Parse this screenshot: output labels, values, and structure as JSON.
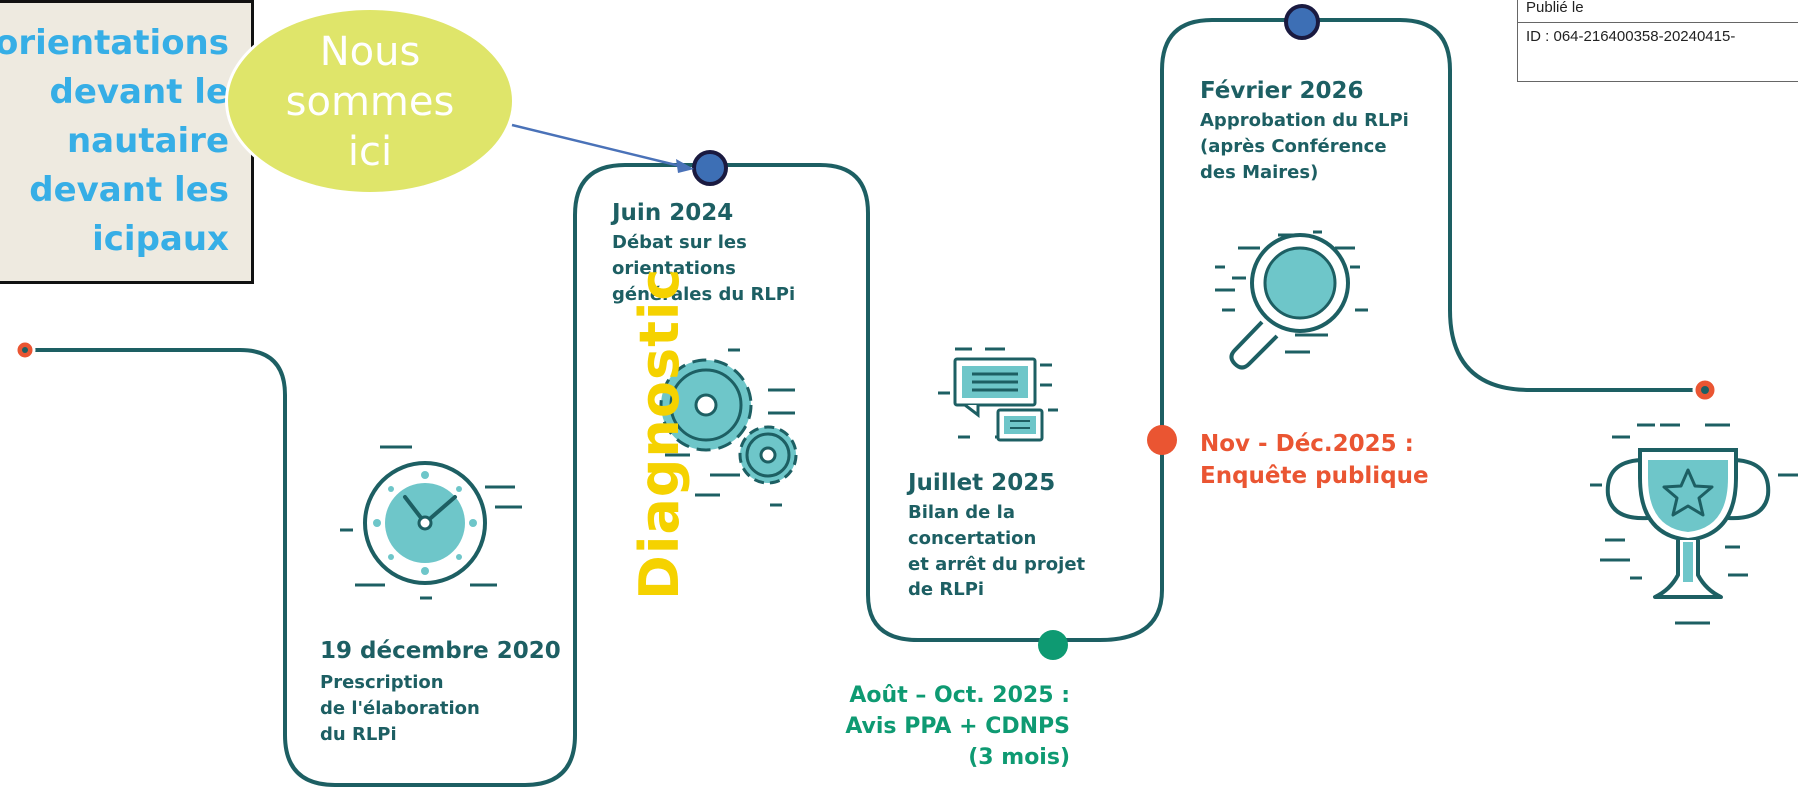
{
  "callout": {
    "lines": [
      "orientations",
      "devant le",
      "nautaire",
      "devant les",
      "icipaux"
    ]
  },
  "bubble": {
    "lines": [
      "Nous",
      "sommes",
      "ici"
    ]
  },
  "stamp": {
    "published": "Publié le",
    "id": "ID : 064-216400358-20240415-"
  },
  "milestones": [
    {
      "date": "19 décembre 2020",
      "desc": [
        "Prescription",
        "de l'élaboration",
        "du RLPi"
      ]
    },
    {
      "date": "Juin 2024",
      "desc": [
        "Débat sur les",
        "orientations",
        "générales du RLPi"
      ]
    },
    {
      "date": "Juillet 2025",
      "desc": [
        "Bilan de la",
        "concertation",
        "et arrêt du projet",
        "de RLPi"
      ]
    },
    {
      "date": "Février 2026",
      "desc": [
        "Approbation du RLPi",
        "(après Conférence",
        "des Maires)"
      ]
    }
  ],
  "events": {
    "consult": [
      "Août – Oct. 2025 :",
      "Avis PPA + CDNPS",
      "(3 mois)"
    ],
    "inquiry": [
      "Nov - Déc.2025 :",
      "Enquête publique"
    ]
  },
  "phase_label": "Diagnostic",
  "colors": {
    "path": "#1d5f63",
    "icon_fill": "#6ec6c9",
    "dot_red": "#ea5532",
    "dot_green": "#0e9a72",
    "dot_blue": "#3d6fb5",
    "callout_text": "#36aee6",
    "bubble": "#dfe56a",
    "diagnostic": "#f5d200"
  }
}
